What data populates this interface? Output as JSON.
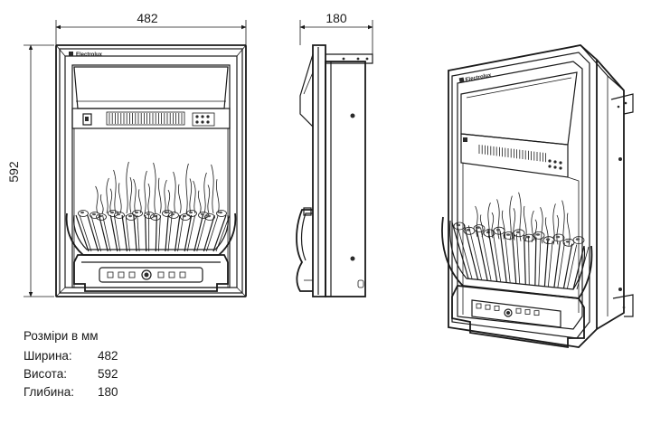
{
  "dimensions": {
    "width": "482",
    "depth": "180",
    "height": "592"
  },
  "brand": "Electrolux",
  "specs": {
    "title": "Розміри в мм",
    "rows": [
      {
        "label": "Ширина:",
        "value": "482"
      },
      {
        "label": "Висота:",
        "value": "592"
      },
      {
        "label": "Глибина:",
        "value": "180"
      }
    ]
  }
}
